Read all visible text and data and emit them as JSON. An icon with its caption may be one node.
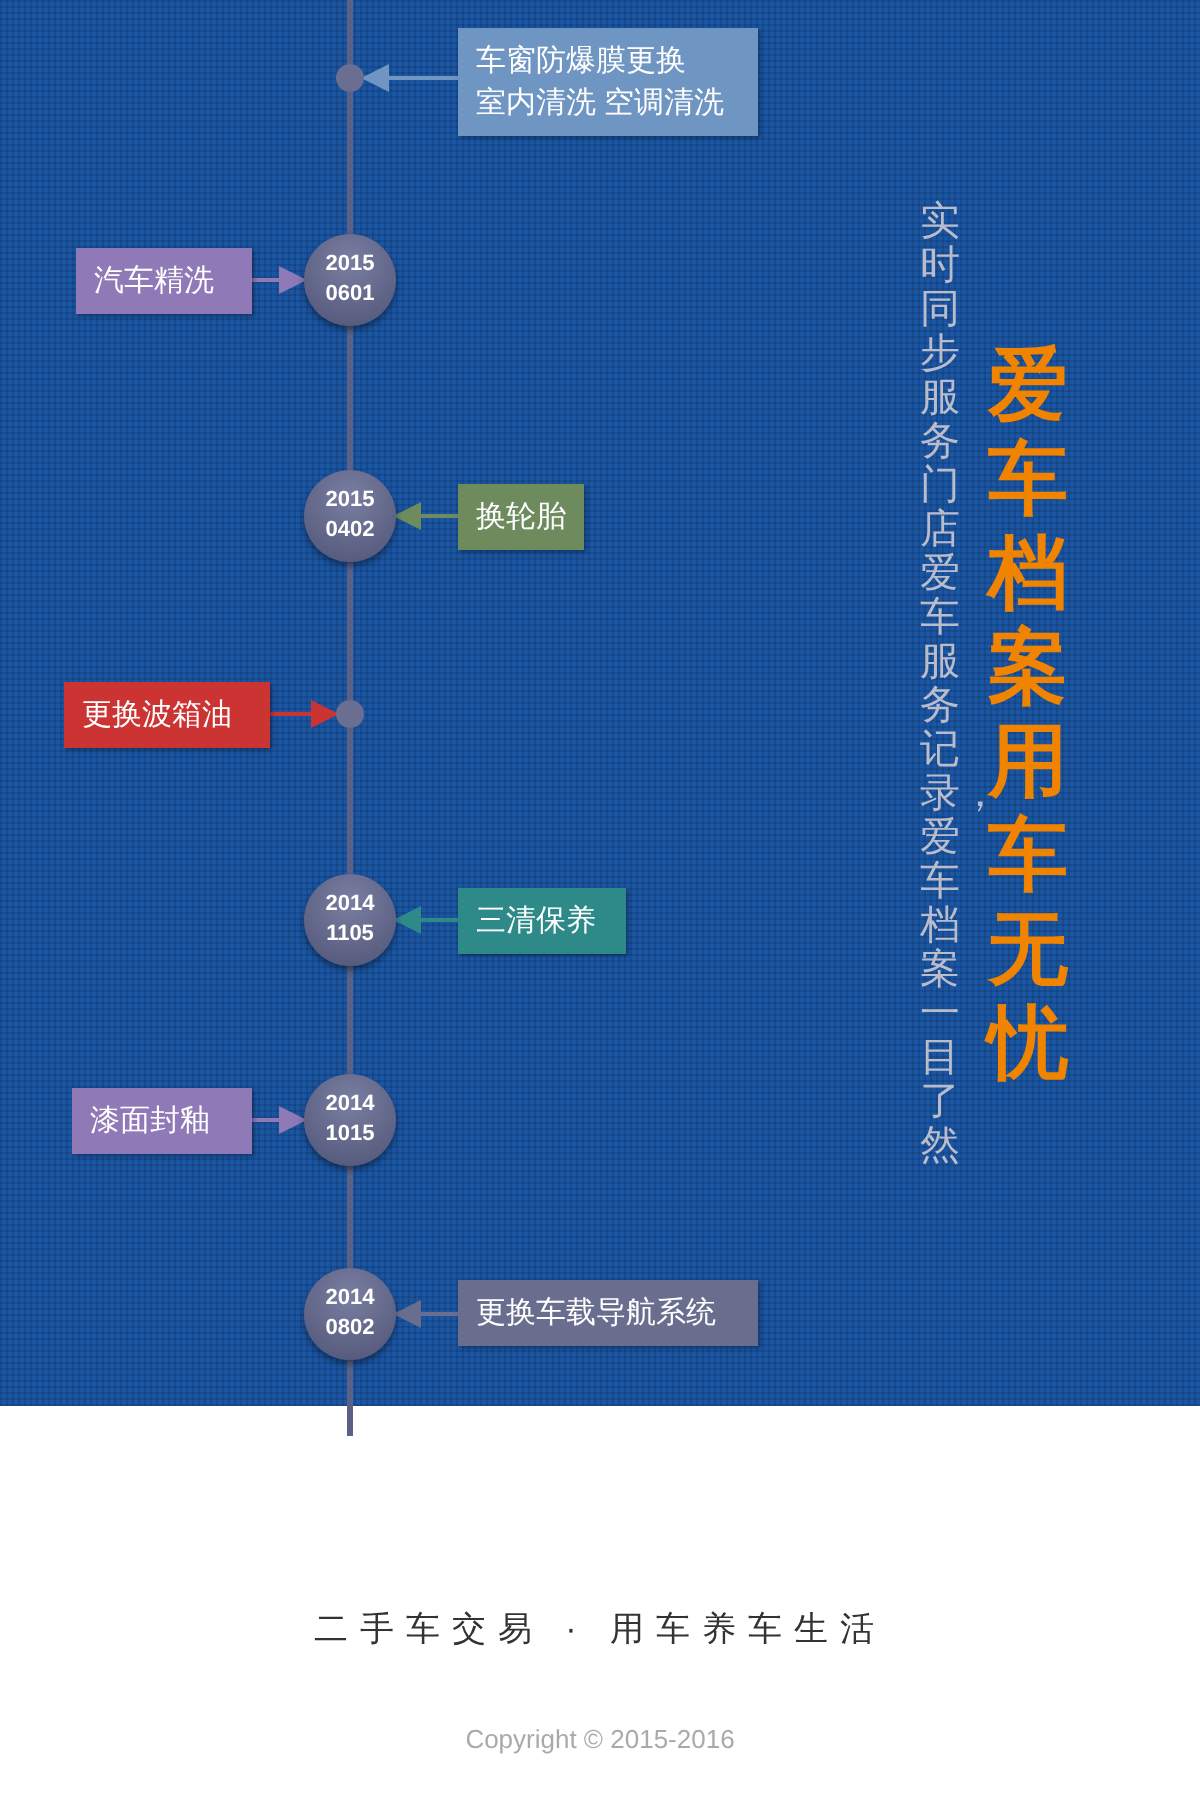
{
  "diagram": {
    "title": "爱车档案用车无忧",
    "nodes": [
      {
        "text": [],
        "shape": "circle"
      },
      {
        "text": [
          "车窗防爆膜更换",
          "室内清洗 空调清洗"
        ]
      },
      {
        "text": [
          "汽车精洗"
        ]
      },
      {
        "text": [
          "2015 0601"
        ]
      },
      {
        "text": [
          "2015 0402"
        ]
      },
      {
        "text": [
          "换轮胎"
        ]
      },
      {
        "text": [
          "更换波箱油"
        ]
      },
      {
        "text": [],
        "shape": "circle"
      },
      {
        "text": [
          "2014 1105"
        ]
      },
      {
        "text": [
          "三清保养"
        ]
      },
      {
        "text": [
          "漆面封釉"
        ]
      },
      {
        "text": [
          "2014 1015"
        ]
      },
      {
        "text": [
          "2014 0802"
        ]
      },
      {
        "text": [
          "更换车载导航系统"
        ]
      }
    ],
    "edges": [
      {
        "from": null,
        "to": 0,
        "arrow": "none"
      },
      {
        "from": 0,
        "to": 3,
        "arrow": "none"
      },
      {
        "from": 3,
        "to": 4,
        "arrow": "none"
      },
      {
        "from": 4,
        "to": 7,
        "arrow": "none"
      },
      {
        "from": 7,
        "to": 8,
        "arrow": "none"
      },
      {
        "from": 8,
        "to": 11,
        "arrow": "none"
      },
      {
        "from": 11,
        "to": 12,
        "arrow": "none"
      },
      {
        "from": 12,
        "to": null,
        "arrow": "none"
      },
      {
        "from": 1,
        "to": 0,
        "arrow": "to",
        "color": "#6f95c2"
      },
      {
        "from": 2,
        "to": 3,
        "arrow": "to",
        "color": "#8f79b6"
      },
      {
        "from": 5,
        "to": 4,
        "arrow": "to",
        "color": "#6e8b5e"
      },
      {
        "from": 6,
        "to": 7,
        "arrow": "to",
        "color": "#cc3333"
      },
      {
        "from": 9,
        "to": 8,
        "arrow": "to",
        "color": "#2e8a88"
      },
      {
        "from": 10,
        "to": 11,
        "arrow": "to",
        "color": "#8f79b6"
      },
      {
        "from": 13,
        "to": 12,
        "arrow": "to",
        "color": "#6a6e8e"
      }
    ],
    "labels": [
      "实时同步服务门店爱车服务记录，爱车档案一目了然",
      "二手车交易 · 用车养车生活",
      "Copyright © 2015-2016"
    ]
  }
}
